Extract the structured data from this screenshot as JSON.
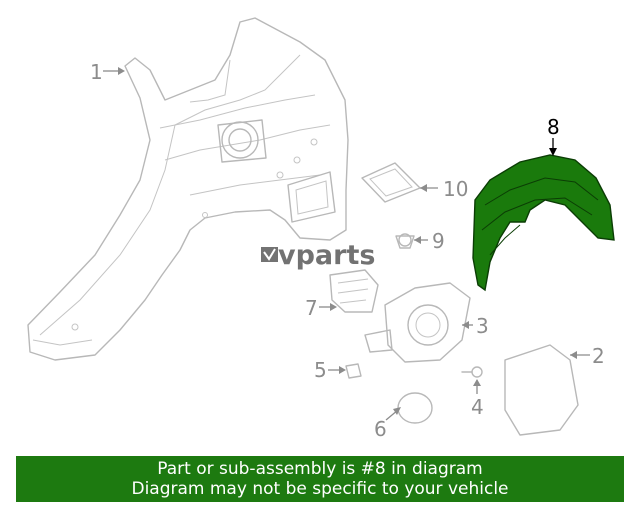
{
  "callouts": [
    {
      "id": "1",
      "label": "1",
      "highlight": false
    },
    {
      "id": "2",
      "label": "2",
      "highlight": false
    },
    {
      "id": "3",
      "label": "3",
      "highlight": false
    },
    {
      "id": "4",
      "label": "4",
      "highlight": false
    },
    {
      "id": "5",
      "label": "5",
      "highlight": false
    },
    {
      "id": "6",
      "label": "6",
      "highlight": false
    },
    {
      "id": "7",
      "label": "7",
      "highlight": false
    },
    {
      "id": "8",
      "label": "8",
      "highlight": true
    },
    {
      "id": "9",
      "label": "9",
      "highlight": false
    },
    {
      "id": "10",
      "label": "10",
      "highlight": false
    }
  ],
  "watermark": "vparts",
  "colors": {
    "highlight_part": "#1a7a0c",
    "banner_bg": "#1d7a10",
    "line": "#b8b8b8"
  },
  "banner": {
    "line1": "Part or sub-assembly is #8 in diagram",
    "line2": "Diagram may not be specific to your vehicle"
  }
}
